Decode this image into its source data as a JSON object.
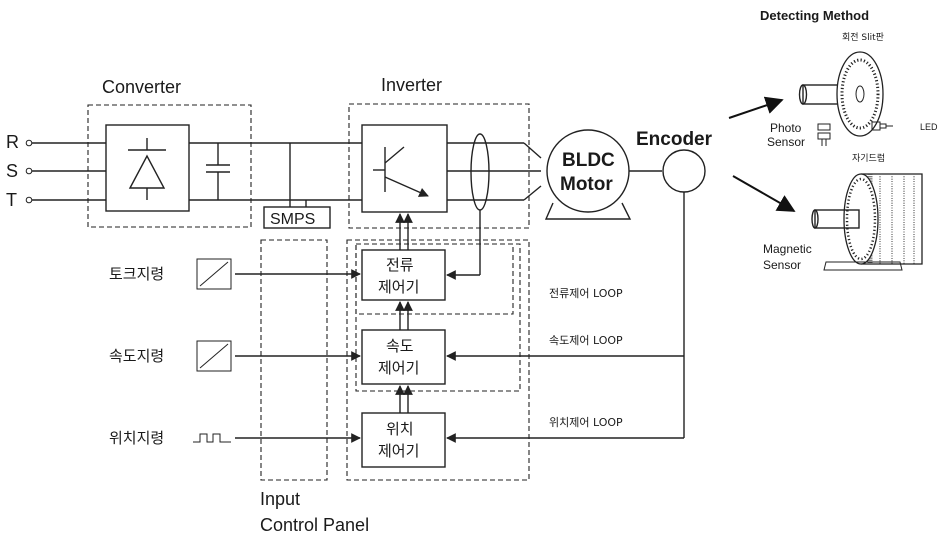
{
  "blocks": {
    "converter": "Converter",
    "inverter": "Inverter",
    "smps": "SMPS",
    "motor_line1": "BLDC",
    "motor_line2": "Motor",
    "encoder": "Encoder",
    "input_panel_line1": "Input",
    "input_panel_line2": "Control Panel"
  },
  "phases": [
    "R",
    "S",
    "T"
  ],
  "controllers": {
    "current_line1": "전류",
    "current_line2": "제어기",
    "speed_line1": "속도",
    "speed_line2": "제어기",
    "position_line1": "위치",
    "position_line2": "제어기"
  },
  "commands": {
    "torque": "토크지령",
    "speed": "속도지령",
    "position": "위치지령"
  },
  "loops": {
    "current": "전류제어 LOOP",
    "speed": "속도제어 LOOP",
    "position": "위치제어 LOOP"
  },
  "detecting": {
    "title": "Detecting Method",
    "slit_disk": "회전 Slit판",
    "photo_line1": "Photo",
    "photo_line2": "Sensor",
    "led": "LED",
    "magnetic_drum": "자기드럼",
    "magnetic_line1": "Magnetic",
    "magnetic_line2": "Sensor"
  }
}
